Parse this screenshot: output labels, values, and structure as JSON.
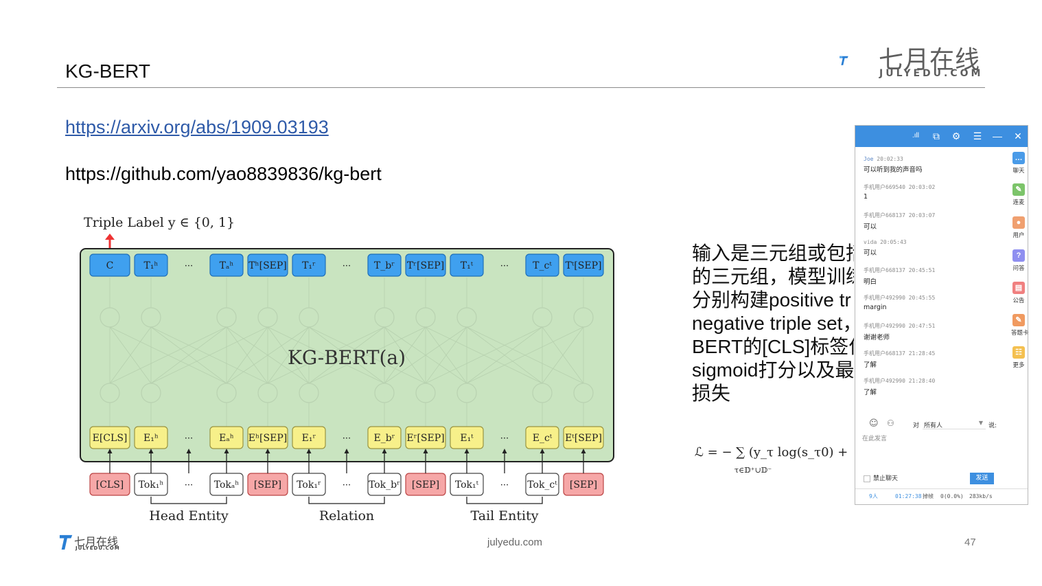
{
  "slide": {
    "title": "KG-BERT",
    "arxiv_link": "https://arxiv.org/abs/1909.03193",
    "github_url": "https://github.com/yao8839836/kg-bert",
    "page_number": "47",
    "footer_site": "julyedu.com"
  },
  "logo": {
    "chinese": "七月在线",
    "english": "JULYEDU.COM"
  },
  "figure": {
    "triple_label": "Triple Label y ∈ {0, 1}",
    "model_label": "KG-BERT(a)",
    "top_tokens": [
      "C",
      "T₁ʰ",
      "···",
      "Tₐʰ",
      "Tʰ[SEP]",
      "T₁ʳ",
      "···",
      "T_bʳ",
      "Tʳ[SEP]",
      "T₁ᵗ",
      "···",
      "T_cᵗ",
      "Tᵗ[SEP]"
    ],
    "emb_tokens": [
      "E[CLS]",
      "E₁ʰ",
      "···",
      "Eₐʰ",
      "Eʰ[SEP]",
      "E₁ʳ",
      "···",
      "E_bʳ",
      "Eʳ[SEP]",
      "E₁ᵗ",
      "···",
      "E_cᵗ",
      "Eᵗ[SEP]"
    ],
    "input_tokens": [
      "[CLS]",
      "Tok₁ʰ",
      "···",
      "Tokₐʰ",
      "[SEP]",
      "Tok₁ʳ",
      "···",
      "Tok_bʳ",
      "[SEP]",
      "Tok₁ᵗ",
      "···",
      "Tok_cᵗ",
      "[SEP]"
    ],
    "groups": [
      "Head Entity",
      "Relation",
      "Tail Entity"
    ]
  },
  "description_lines": [
    "输入是三元组或包括",
    "的三元组，模型训练",
    "分别构建positive tr",
    "negative triple set，",
    "BERT的[CLS]标签作",
    "sigmoid打分以及最",
    "损失"
  ],
  "formula": {
    "main": "ℒ = − ∑ (y_τ log(s_τ0) +",
    "subscript": "τ∈𝔻⁺∪𝔻⁻"
  },
  "chat": {
    "messages": [
      {
        "name": "Joe",
        "time": "20:02:33",
        "text": "可以听到我的声音吗"
      },
      {
        "name": "手机用户669540",
        "time": "20:03:02",
        "text": "1"
      },
      {
        "name": "手机用户668137",
        "time": "20:03:07",
        "text": "可以"
      },
      {
        "name": "vida",
        "time": "20:05:43",
        "text": "可以"
      },
      {
        "name": "手机用户668137",
        "time": "20:45:51",
        "text": "明白"
      },
      {
        "name": "手机用户492990",
        "time": "20:45:55",
        "text": "margin"
      },
      {
        "name": "手机用户492990",
        "time": "20:47:51",
        "text": "谢谢老师"
      },
      {
        "name": "手机用户668137",
        "time": "21:28:45",
        "text": "了解"
      },
      {
        "name": "手机用户492990",
        "time": "21:28:40",
        "text": "了解"
      }
    ],
    "side_items": [
      "聊天",
      "连麦",
      "用户",
      "问答",
      "公告",
      "答题卡",
      "更多"
    ],
    "target_prefix": "对",
    "target_value": "所有人",
    "say_label": "说:",
    "input_placeholder": "在此发言",
    "ban_label": "禁止聊天",
    "send_label": "发送",
    "status_users": "9人",
    "status_time": "01:27:38",
    "status_drop_label": "掉帧",
    "status_drop_value": "0(0.0%)",
    "status_speed": "283kb/s",
    "colors": {
      "bar": "#3d8fe0"
    }
  }
}
